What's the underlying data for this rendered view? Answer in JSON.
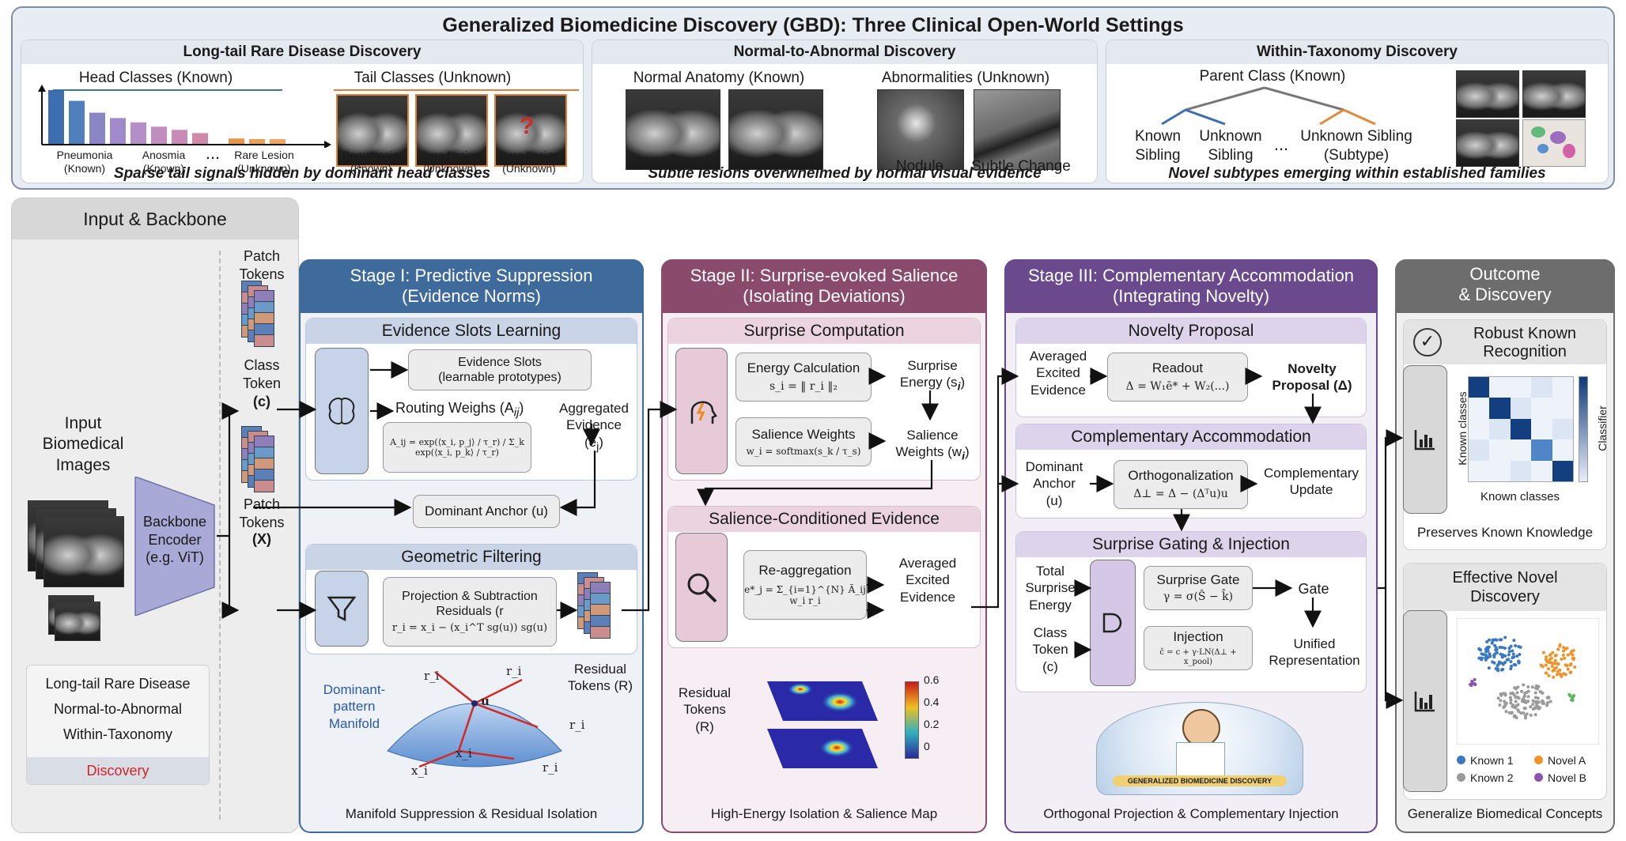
{
  "title": "Generalized Biomedicine Discovery (GBD): Three Clinical Open-World Settings",
  "settings": {
    "longtail": {
      "title": "Long-tail Rare Disease Discovery",
      "head_label": "Head Classes (Known)",
      "tail_label": "Tail Classes (Unknown)",
      "bar_labels": [
        "Pneumonia\n(Known)",
        "Anosmia\n(Known)",
        "...",
        "Rare Lesion\n(Unknown)"
      ],
      "img_labels": [
        "Pneumonia\n(Known)",
        "Rare Lesion\n(Unknown)",
        "Rare Lesion\n(Unknown)"
      ],
      "bar_values": [
        100,
        80,
        58,
        48,
        40,
        32,
        26,
        20,
        10,
        9,
        9
      ],
      "caption": "Sparse tail signals hidden by dominant head classes"
    },
    "normal": {
      "title": "Normal-to-Abnormal Discovery",
      "normal_label": "Normal Anatomy (Known)",
      "abnormal_label": "Abnormalities (Unknown)",
      "nodule": "Nodule",
      "subtle": "Subtle Change",
      "caption": "Subtle lesions overwhelmed by normal visual evidence"
    },
    "taxonomy": {
      "title": "Within-Taxonomy Discovery",
      "parent": "Parent Class (Known)",
      "known_sibling": "Known\nSibling",
      "unknown_sibling": "Unknown\nSibling",
      "ellipsis": "...",
      "unknown_subtype": "Unknown Sibling\n(Subtype)",
      "caption": "Novel subtypes emerging within established families"
    }
  },
  "input": {
    "title": "Input & Backbone",
    "images_label": "Input\nBiomedical\nImages",
    "encoder": "Backbone\nEncoder\n(e.g. ViT)",
    "patch_tokens_top": "Patch\nTokens",
    "class_token": "Class\nToken",
    "class_token_sym": "(c)",
    "patch_tokens_bottom": "Patch\nTokens",
    "patch_tokens_sym": "(X)",
    "settings_list": [
      "Long-tail Rare Disease",
      "Normal-to-Abnormal",
      "Within-Taxonomy"
    ],
    "discovery": "Discovery"
  },
  "stage1": {
    "title": "Stage I: Predictive Suppression\n(Evidence Norms)",
    "slots_title": "Evidence Slots Learning",
    "slots_box": "Evidence Slots\n(learnable prototypes)",
    "routing": "Routing Weighs (A",
    "routing_sub": "ij",
    "aggregated": "Aggregated\nEvidence\n(e",
    "aggregated_sub": "j",
    "routing_formula": "A_ij = exp(⟨x_i, p_j⟩ / τ_r) / Σ_k exp(⟨x_i, p_k⟩ / τ_r)",
    "anchor": "Dominant Anchor (u)",
    "geo_title": "Geometric Filtering",
    "proj_title": "Projection & Subtraction\nResiduals (r",
    "proj_formula": "r_i = x_i − (x_i^T sg(u)) sg(u)",
    "manifold": "Dominant-\npattern\nManifold",
    "residual_tokens": "Residual\nTokens (R)",
    "manifold_labels": [
      "r_i",
      "r_i",
      "r_i",
      "r_i",
      "u",
      "x_i",
      "x_i"
    ],
    "footer": "Manifold Suppression & Residual Isolation"
  },
  "stage2": {
    "title": "Stage II: Surprise-evoked Salience\n(Isolating Deviations)",
    "surprise_title": "Surprise Computation",
    "energy_box": "Energy Calculation",
    "energy_formula": "s_i = ‖ r_i ‖₂",
    "surprise_energy": "Surprise\nEnergy (s",
    "salience_box": "Salience Weights",
    "salience_formula": "w_i = softmax(s_k / τ_s)",
    "salience_weights": "Salience\nWeights (w",
    "cond_title": "Salience-Conditioned Evidence",
    "reagg_box": "Re-aggregation",
    "reagg_formula": "e*_j = Σ_{i=1}^{N} Ã_ij w_i r_i",
    "averaged": "Averaged\nExcited\nEvidence",
    "residual_tokens": "Residual\nTokens\n(R)",
    "colorbar_ticks": [
      "0.6",
      "0.4",
      "0.2",
      "0"
    ],
    "footer": "High-Energy Isolation & Salience Map"
  },
  "stage3": {
    "title": "Stage III: Complementary Accommodation\n(Integrating Novelty)",
    "novelty_title": "Novelty Proposal",
    "averaged": "Averaged\nExcited\nEvidence",
    "readout_box": "Readout",
    "readout_formula": "Δ = W₁ē* + W₂(...)",
    "novelty_proposal": "Novelty\nProposal (Δ)",
    "comp_title": "Complementary Accommodation",
    "dominant": "Dominant\nAnchor\n(u)",
    "ortho_box": "Orthogonalization",
    "ortho_formula": "Δ⊥ = Δ − (Δᵀu)u",
    "comp_update": "Complementary\nUpdate",
    "gating_title": "Surprise Gating & Injection",
    "total_surprise": "Total\nSurprise\nEnergy",
    "class_token": "Class\nToken\n(c)",
    "gate_box": "Surprise Gate",
    "gate_formula": "γ = σ(Ŝ − k̂)",
    "gate": "Gate",
    "inject_box": "Injection",
    "inject_formula": "ĉ = c + γ·LN(Δ⊥ + x_pool)",
    "unified": "Unified\nRepresentation",
    "badge": "GENERALIZED BIOMEDICINE DISCOVERY",
    "footer": "Orthogonal Projection & Complementary Injection"
  },
  "outcome": {
    "title": "Outcome\n& Discovery",
    "robust_title": "Robust Known\nRecognition",
    "known_classes_y": "Known classes",
    "known_classes_x": "Known classes",
    "classifier": "Classifier",
    "preserves": "Preserves Known Knowledge",
    "novel_title": "Effective Novel\nDiscovery",
    "legend": [
      "Known 1",
      "Novel A",
      "Known 2",
      "Novel B"
    ],
    "footer": "Generalize Biomedical Concepts"
  },
  "colors": {
    "top_panel": "#e6ebf3",
    "stage1": "#3f6a9c",
    "stage2": "#8a4a6c",
    "stage3": "#6a4a8c",
    "outcome": "#6d6d6d",
    "known1": "#3a78c0",
    "known2": "#9a9a9a",
    "novelA": "#f0922a",
    "novelB": "#8a55b0"
  }
}
